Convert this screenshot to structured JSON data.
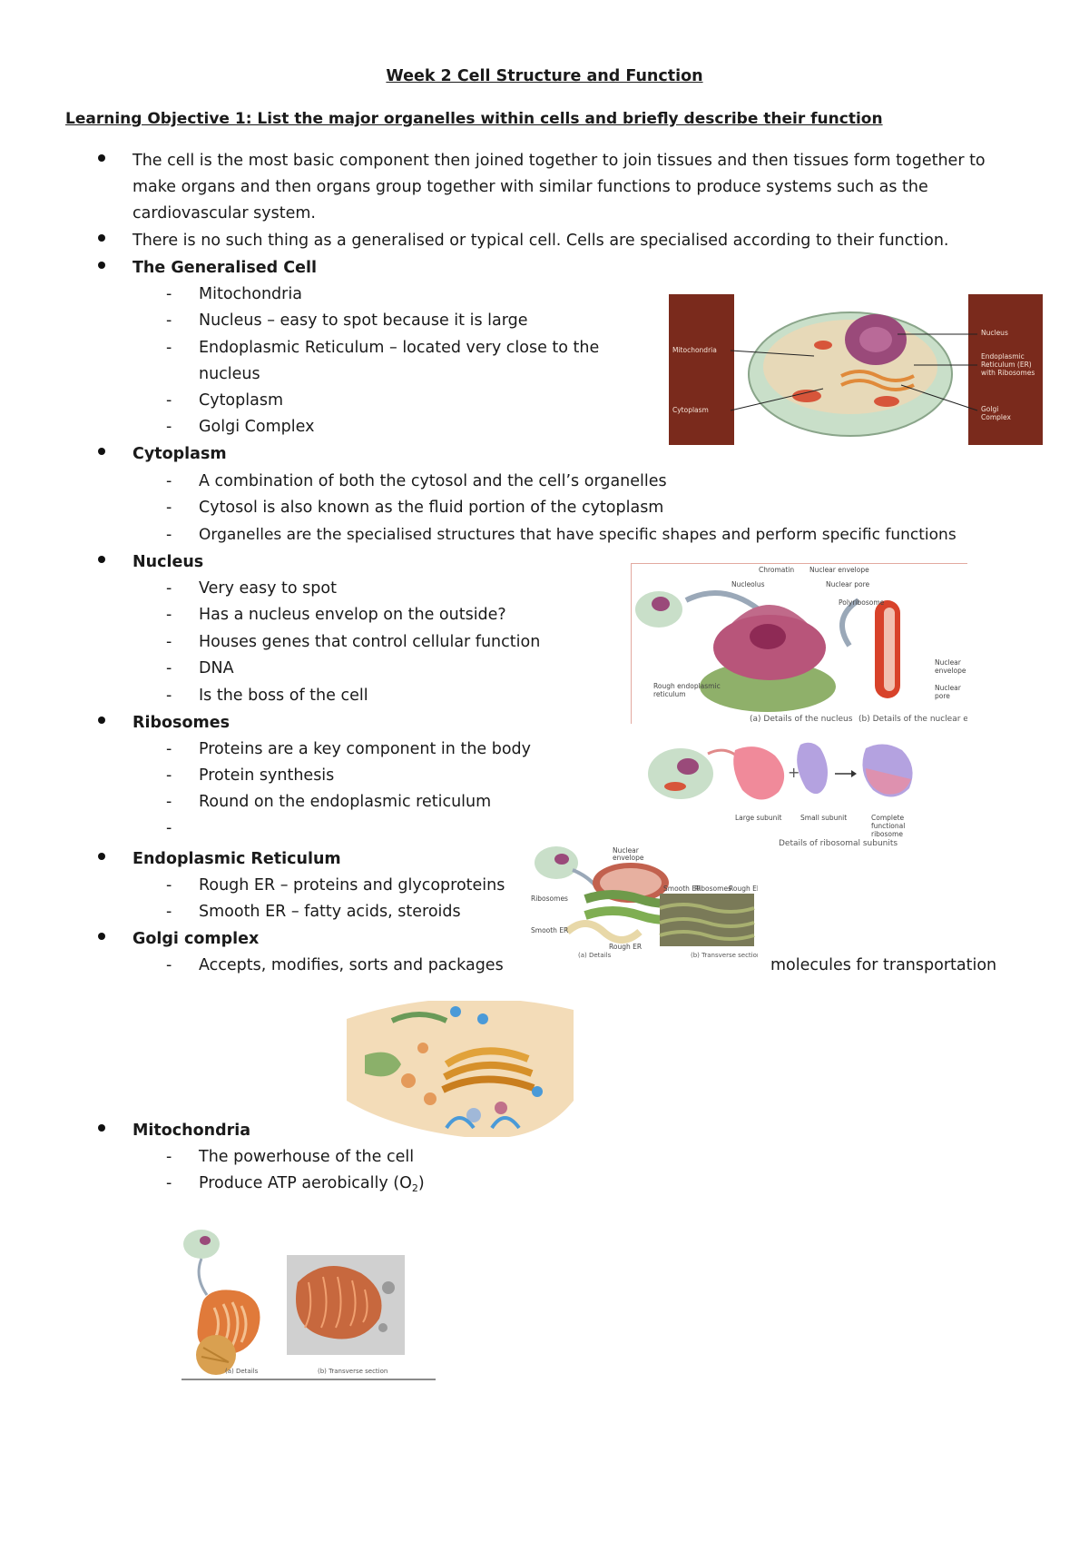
{
  "title": "Week 2 Cell Structure and Function",
  "objective": "Learning Objective 1: List the major organelles within cells and briefly describe their function",
  "intro": [
    "The cell is the most basic component then joined together to join tissues and then tissues form together to",
    "make organs and then organs group together with similar functions to produce systems such as the",
    "cardiovascular system.",
    "There is no such thing as a generalised or typical cell. Cells are specialised according to their function."
  ],
  "generalised": {
    "heading": "The Generalised Cell",
    "items": [
      "Mitochondria",
      "Nucleus – easy to spot because it is large",
      "Endoplasmic Reticulum – located very close to the",
      "nucleus",
      "Cytoplasm",
      "Golgi Complex"
    ]
  },
  "cytoplasm": {
    "heading": "Cytoplasm",
    "items": [
      "A combination of both the cytosol and the cell’s organelles",
      "Cytosol is also known as the fluid portion of the cytoplasm",
      "Organelles are the specialised structures that have specific shapes and perform specific functions"
    ]
  },
  "nucleus": {
    "heading": "Nucleus",
    "items": [
      "Very easy to spot",
      "Has a nucleus envelop on the outside?",
      "Houses genes that control cellular function",
      "DNA",
      "Is the boss of the cell"
    ]
  },
  "ribosomes": {
    "heading": "Ribosomes",
    "items": [
      "Proteins are a key component in the body",
      "Protein synthesis",
      "Round on the endoplasmic reticulum",
      ""
    ]
  },
  "er": {
    "heading": "Endoplasmic Reticulum",
    "items": [
      "Rough ER – proteins and glycoproteins",
      "Smooth ER – fatty acids, steroids"
    ]
  },
  "golgi": {
    "heading": "Golgi complex",
    "item_start": "Accepts, modifies, sorts and packages",
    "item_end": "molecules for transportation"
  },
  "mito": {
    "heading": "Mitochondria",
    "items": [
      "The powerhouse of the cell"
    ],
    "atp_text": "Produce ATP aerobically (O",
    "atp_sub": "2",
    "atp_close": ")"
  },
  "fig_cell": {
    "labels": [
      "Mitochondria",
      "Cytoplasm",
      "Nucleus",
      "Endoplasmic",
      "Reticulum (ER)",
      "with Ribosomes",
      "Golgi",
      "Complex"
    ],
    "colors": {
      "frame": "#7a2a1c",
      "cytoplasm": "#c9dfc9",
      "nucleus": "#9a4a7a"
    }
  },
  "fig_nucleus": {
    "labels": [
      "Chromatin",
      "Nuclear envelope",
      "Nucleolus",
      "Nuclear pore",
      "Polyribosome",
      "Rough endoplasmic",
      "reticulum",
      "Nuclear",
      "envelope",
      "Nuclear",
      "pore"
    ],
    "captions": [
      "(a) Details of the nucleus",
      "(b) Details of the nuclear envelope"
    ]
  },
  "fig_ribosome": {
    "labels": [
      "Large subunit",
      "Small subunit",
      "Complete",
      "functional",
      "ribosome"
    ],
    "caption": "Details of ribosomal subunits"
  },
  "fig_er": {
    "labels": [
      "Nuclear",
      "envelope",
      "Ribosomes",
      "Smooth ER",
      "Rough ER",
      "Smooth ER",
      "Ribosomes",
      "Rough ER"
    ],
    "captions": [
      "(a) Details",
      "(b) Transverse section"
    ]
  },
  "fig_golgi": {
    "caption": ""
  },
  "fig_mito": {
    "captions": [
      "(a) Details",
      "(b) Transverse section"
    ]
  }
}
